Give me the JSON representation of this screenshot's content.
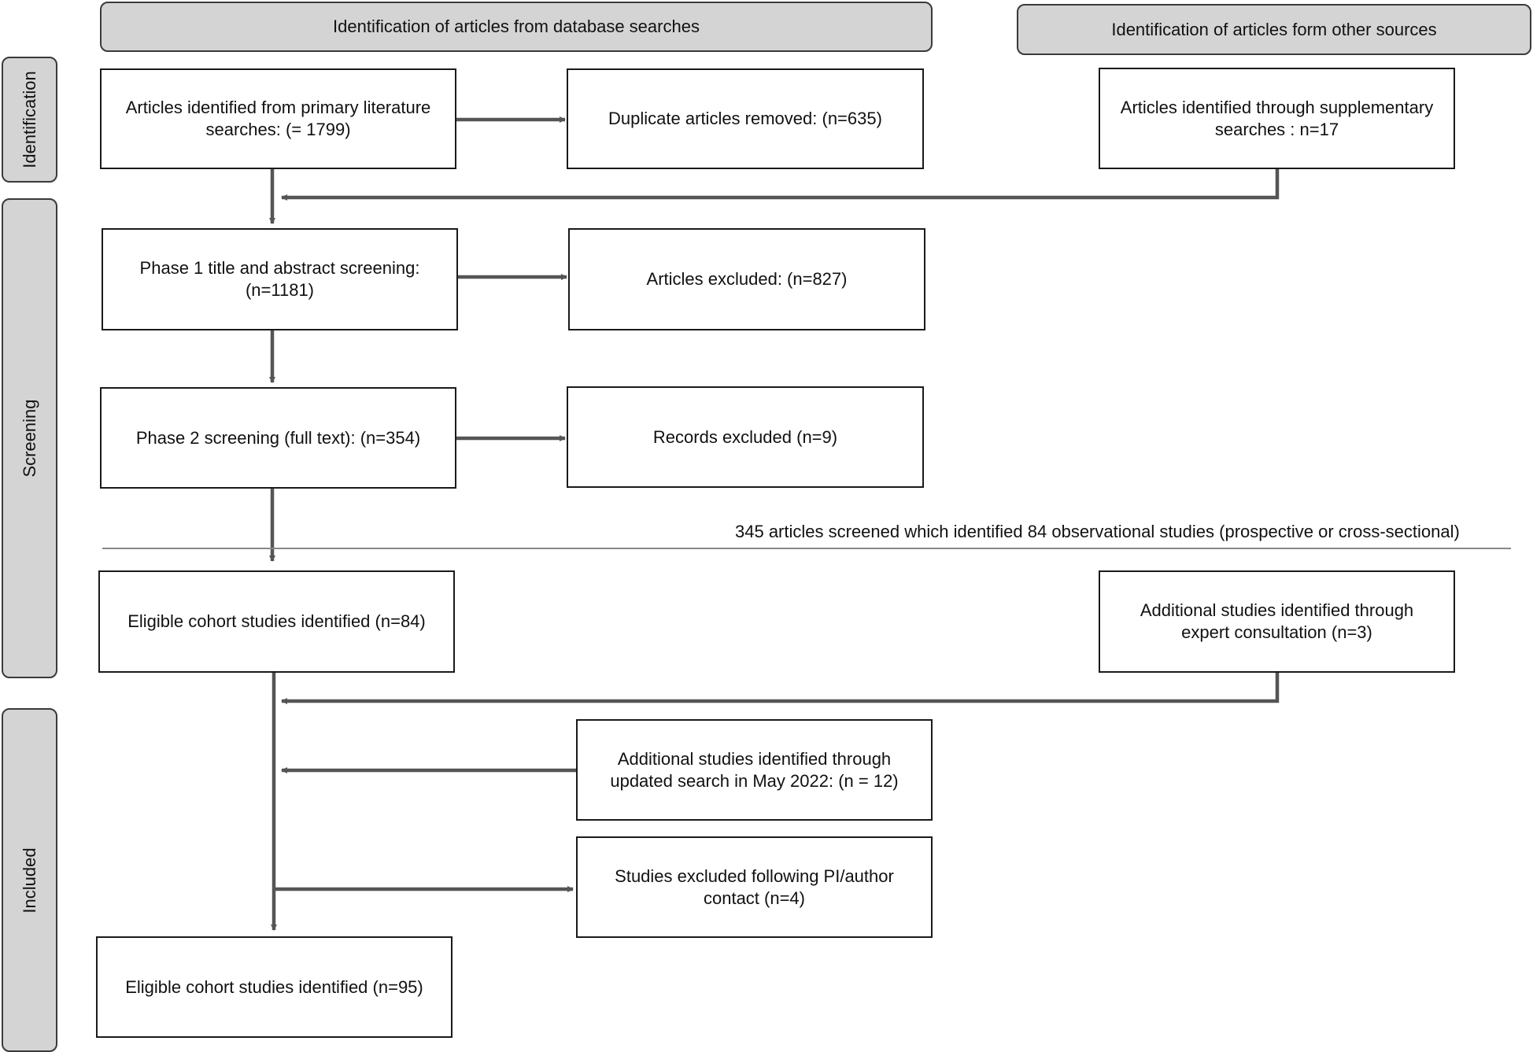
{
  "headers": {
    "database": "Identification of articles from database searches",
    "other": "Identification of articles form other sources"
  },
  "phases": {
    "identification": "Identification",
    "screening": "Screening",
    "included": "Included"
  },
  "boxes": {
    "primary": "Articles identified from primary literature searches: (= 1799)",
    "duplicates": "Duplicate articles removed: (n=635)",
    "supplementary": "Articles identified through supplementary searches : n=17",
    "phase1": "Phase 1 title and abstract screening: (n=1181)",
    "excluded1": "Articles excluded: (n=827)",
    "phase2": "Phase 2 screening (full text): (n=354)",
    "excluded2": "Records excluded (n=9)",
    "eligible84": "Eligible cohort studies identified (n=84)",
    "expert": "Additional studies identified through expert consultation (n=3)",
    "updated": "Additional studies identified through updated search in May 2022: (n = 12)",
    "excluded_pi": "Studies excluded following PI/author contact (n=4)",
    "eligible95": "Eligible cohort studies identified (n=95)"
  },
  "note": "345 articles screened which identified 84 observational studies (prospective or cross-sectional)",
  "colors": {
    "arrow": "#555555",
    "header_fill": "#d4d4d4",
    "border": "#1a1a1a"
  }
}
